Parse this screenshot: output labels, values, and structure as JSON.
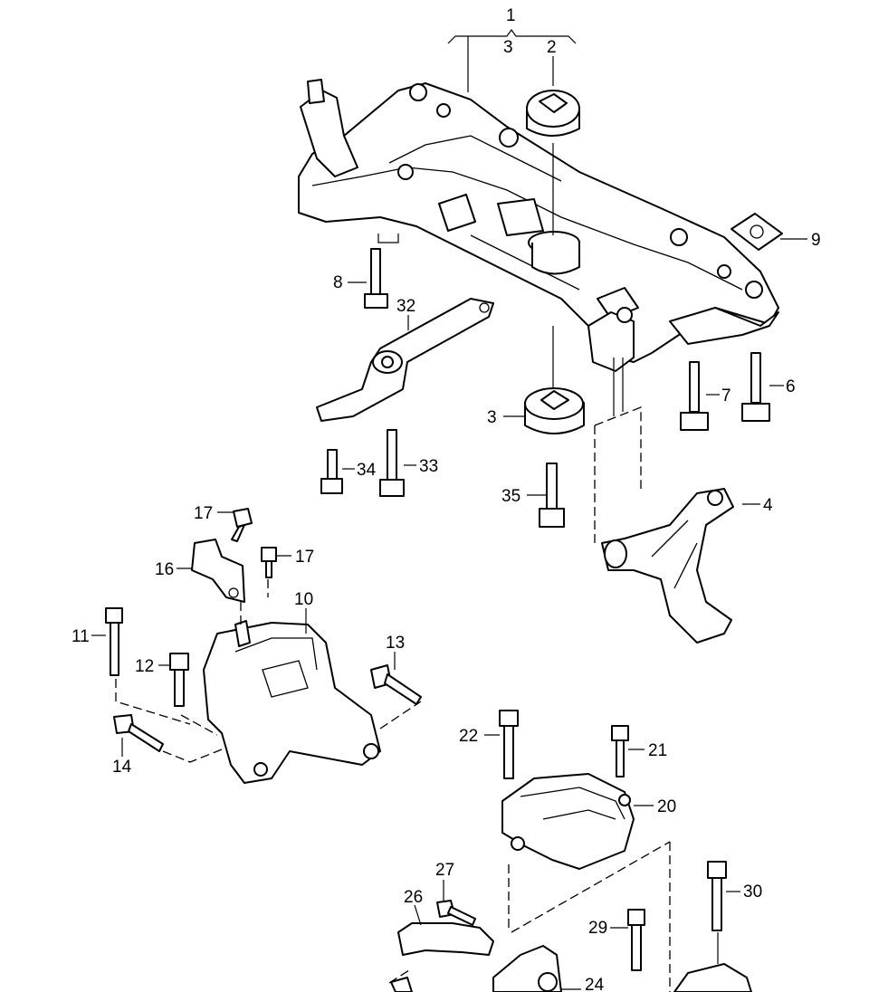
{
  "diagram": {
    "callouts": {
      "c1": "1",
      "c2": "2",
      "c3a": "3",
      "c3b": "3",
      "c4": "4",
      "c6": "6",
      "c7": "7",
      "c8": "8",
      "c9": "9",
      "c10": "10",
      "c11": "11",
      "c12": "12",
      "c13": "13",
      "c14": "14",
      "c16": "16",
      "c17a": "17",
      "c17b": "17",
      "c20": "20",
      "c21": "21",
      "c22": "22",
      "c24": "24",
      "c26": "26",
      "c27": "27",
      "c29": "29",
      "c30": "30",
      "c32": "32",
      "c33": "33",
      "c34": "34",
      "c35": "35"
    }
  }
}
